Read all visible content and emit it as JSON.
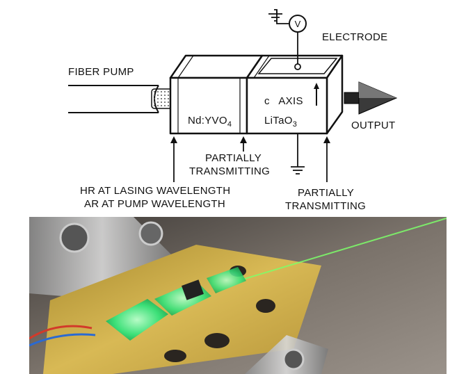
{
  "diagram": {
    "fiber_pump_label": "FIBER PUMP",
    "electrode_label": "ELECTRODE",
    "voltmeter_symbol": "V",
    "crystal1_label_main": "Nd:YVO",
    "crystal1_label_sub": "4",
    "c_axis_label": "c   AXIS",
    "crystal2_label_main": "LiTaO",
    "crystal2_label_sub": "3",
    "output_label": "OUTPUT",
    "partial_mid_line1": "PARTIALLY",
    "partial_mid_line2": "TRANSMITTING",
    "hr_line1": "HR AT LASING WAVELENGTH",
    "ar_line2": "AR AT PUMP WAVELENGTH",
    "partial_right_line1": "PARTIALLY",
    "partial_right_line2": "TRANSMITTING"
  },
  "photo": {
    "colors": {
      "gold_plate": "#c9a640",
      "green_glow": "#34e27a",
      "background": "#6d6660",
      "laser_beam": "#7dff6a"
    }
  }
}
